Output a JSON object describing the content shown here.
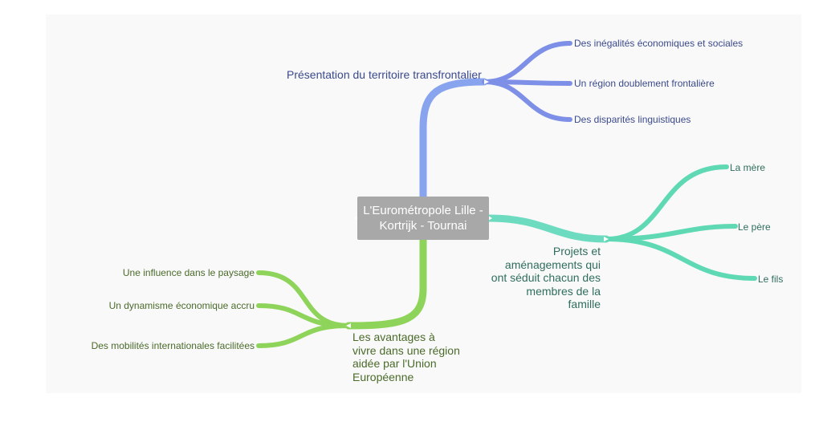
{
  "central": {
    "label": "L'Eurométropole Lille - Kortrijk - Tournai"
  },
  "branches": {
    "presentation": {
      "label": "Présentation du territoire transfrontalier",
      "color": "#7b93e6",
      "children": [
        "Des inégalités économiques et sociales",
        "Un région doublement frontalière",
        "Des disparités linguistiques"
      ]
    },
    "projets": {
      "label_lines": [
        "Projets et",
        "aménagements qui",
        "ont séduit chacun des",
        "membres de la",
        "famille"
      ],
      "color": "#5fd9b4",
      "children": [
        "La mère",
        "Le père",
        "Le fils"
      ]
    },
    "avantages": {
      "label_lines": [
        "Les avantages à",
        "vivre dans une région",
        "aidée par l'Union",
        "Européenne"
      ],
      "color": "#8fd45a",
      "children": [
        "Une influence dans le paysage",
        "Un dynamisme économique accru",
        "Des mobilités internationales facilitées"
      ]
    }
  },
  "colors": {
    "central_bg": "#a8a8a8",
    "canvas_bg": "#f9f9f9",
    "blue_text": "#3b4a8c",
    "teal_text": "#2f6e5c",
    "green_text": "#4a6b2a"
  }
}
